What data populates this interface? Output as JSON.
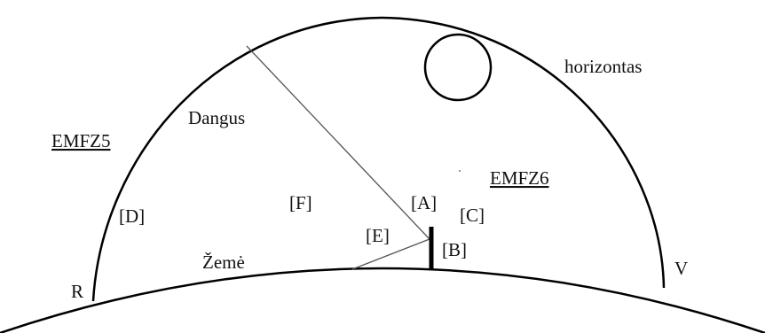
{
  "labels": {
    "dangus": "Dangus",
    "horizontas": "horizontas",
    "emfz5": "EMFZ5",
    "emfz6": "EMFZ6",
    "zeme": "Žemė",
    "a": "[A]",
    "b": "[B]",
    "c": "[C]",
    "d": "[D]",
    "e": "[E]",
    "f": "[F]",
    "r": "R",
    "v": "V"
  }
}
